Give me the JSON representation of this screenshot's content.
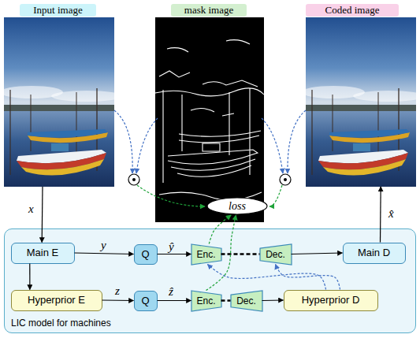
{
  "diagram": {
    "nodes": [
      {
        "text": [
          "Input image"
        ]
      },
      {
        "text": [
          "mask image"
        ]
      },
      {
        "text": [
          "Coded image"
        ]
      },
      {
        "text": [
          "loss"
        ]
      },
      {
        "text": [
          "LIC model for machines"
        ]
      },
      {
        "text": [
          "Main E"
        ],
        "in": 4
      },
      {
        "text": [
          "Q"
        ],
        "in": 4
      },
      {
        "text": [
          "Enc."
        ],
        "in": 4
      },
      {
        "text": [
          "Dec."
        ],
        "in": 4
      },
      {
        "text": [
          "Main D"
        ],
        "in": 4
      },
      {
        "text": [
          "Hyperprior E"
        ],
        "in": 4
      },
      {
        "text": [
          "Q"
        ],
        "in": 4
      },
      {
        "text": [
          "Enc."
        ],
        "in": 4
      },
      {
        "text": [
          "Dec."
        ],
        "in": 4
      },
      {
        "text": [
          "Hyperprior D"
        ],
        "in": 4
      }
    ],
    "edges": [
      {
        "from": 0,
        "to": 5,
        "label": "x",
        "arrow": "to"
      },
      {
        "from": 5,
        "to": 6,
        "label": "y",
        "arrow": "to"
      },
      {
        "from": 6,
        "to": 7,
        "label": "ŷ",
        "arrow": "to"
      },
      {
        "from": 7,
        "to": 8,
        "arrow": "none"
      },
      {
        "from": 8,
        "to": 9,
        "arrow": "to"
      },
      {
        "from": 9,
        "to": 2,
        "label": "x̂",
        "arrow": "to"
      },
      {
        "from": 5,
        "to": 10,
        "arrow": "to"
      },
      {
        "from": 10,
        "to": 11,
        "label": "z",
        "arrow": "to"
      },
      {
        "from": 11,
        "to": 12,
        "label": "ẑ",
        "arrow": "to"
      },
      {
        "from": 12,
        "to": 13,
        "arrow": "none"
      },
      {
        "from": 13,
        "to": 14,
        "arrow": "to"
      },
      {
        "from": 14,
        "to": 7,
        "arrow": "to"
      },
      {
        "from": 14,
        "to": 8,
        "arrow": "to"
      },
      {
        "from": 7,
        "to": 3,
        "arrow": "to"
      },
      {
        "from": 12,
        "to": 3,
        "arrow": "to"
      }
    ]
  }
}
